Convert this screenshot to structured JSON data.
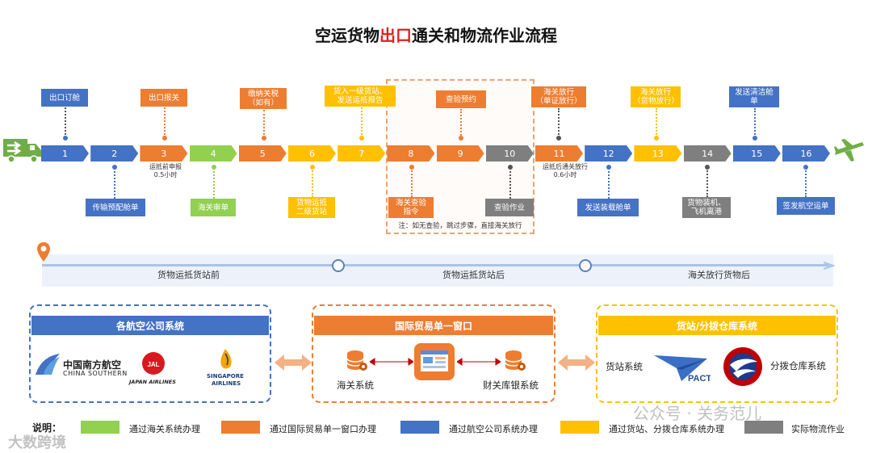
{
  "title_pre": "空运货物",
  "title_hl": "出口",
  "title_post": "通关和物流作业流程",
  "steps": [
    {
      "n": "1",
      "color": "blue"
    },
    {
      "n": "2",
      "color": "blue"
    },
    {
      "n": "3",
      "color": "orange"
    },
    {
      "n": "4",
      "color": "green"
    },
    {
      "n": "5",
      "color": "orange"
    },
    {
      "n": "6",
      "color": "yellow"
    },
    {
      "n": "7",
      "color": "yellow"
    },
    {
      "n": "8",
      "color": "orange"
    },
    {
      "n": "9",
      "color": "orange"
    },
    {
      "n": "10",
      "color": "gray"
    },
    {
      "n": "11",
      "color": "orange"
    },
    {
      "n": "12",
      "color": "blue"
    },
    {
      "n": "13",
      "color": "yellow"
    },
    {
      "n": "14",
      "color": "gray"
    },
    {
      "n": "15",
      "color": "blue"
    },
    {
      "n": "16",
      "color": "blue"
    }
  ],
  "top_labels": {
    "s1": "出口订舱",
    "s3": "出口报关",
    "s5": "缴纳关税\n（如有）",
    "s7": "货入一级货站、\n发送运抵报告",
    "s9": "查验预约",
    "s11": "海关放行\n（单证放行）",
    "s13": "海关放行\n（货物放行）",
    "s15": "发送清洁舱\n单"
  },
  "bottom_labels": {
    "s2": "传输预配舱单",
    "s4": "海关审单",
    "s6": "货物运抵\n二级货站",
    "s8": "海关查验\n指令",
    "s10": "查验作业",
    "s12": "发送装载舱单",
    "s14": "货物装机、\n飞机离港",
    "s16": "签发航空运单"
  },
  "notes": {
    "s3": "运抵前申报\n0.5小时",
    "s11": "运抵后通关放行\n0.6小时",
    "inspection": "注：如无查验，跳过步骤，直接海关放行"
  },
  "timeline": [
    "货物运抵货站前",
    "货物运抵货站后",
    "海关放行货物后"
  ],
  "systems": {
    "airline_head": "各航空公司系统",
    "airline_logos": [
      "中国南方航空",
      "CHINA SOUTHERN",
      "JAPAN AIRLINES",
      "SINGAPORE",
      "AIRLINES",
      "JAL"
    ],
    "window_head": "国际贸易单一窗口",
    "customs_sys": "海关系统",
    "finance_sys": "财关库银系统",
    "cargo_head": "货站/分拨仓库系统",
    "cargo_sys": "货站系统",
    "warehouse_sys": "分拨仓库系统",
    "pactl": "PACTL"
  },
  "legend": {
    "label": "说明：",
    "items": [
      "通过海关系统办理",
      "通过国际贸易单一窗口办理",
      "通过航空公司系统办理",
      "通过货站、分拨仓库系统办理",
      "实际物流作业"
    ]
  },
  "watermarks": [
    "公众号 · 关务范儿",
    "大数跨境"
  ],
  "colors": {
    "blue": "#4472c4",
    "orange": "#ed7d31",
    "green": "#92d050",
    "yellow": "#ffc000",
    "gray": "#7f7f7f"
  }
}
